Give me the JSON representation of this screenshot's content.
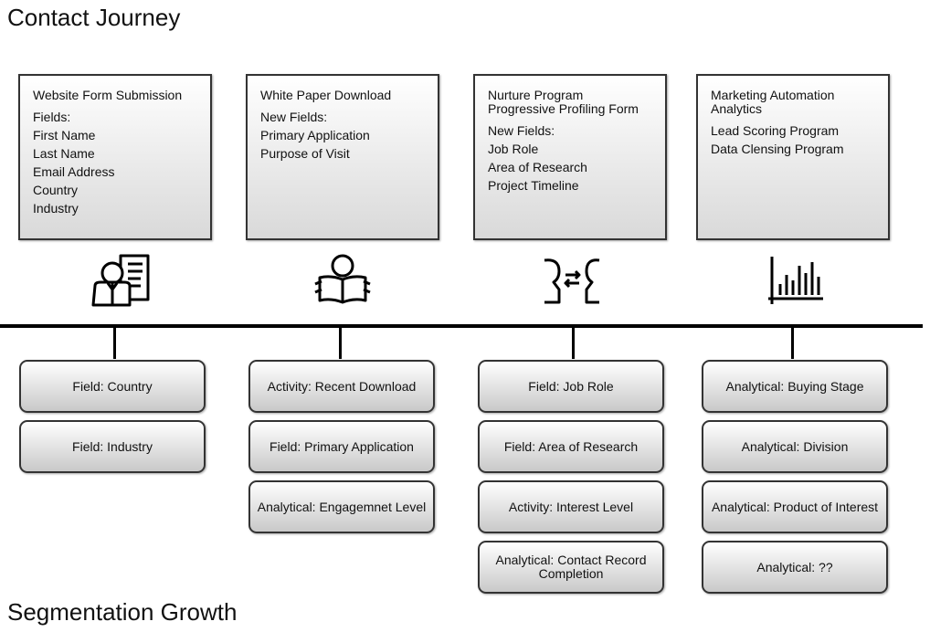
{
  "headings": {
    "top": "Contact Journey",
    "bottom": "Segmentation Growth"
  },
  "stages": [
    {
      "title": "Website Form Submission",
      "lines": [
        "Fields:",
        "First Name",
        "Last Name",
        "Email Address",
        "Country",
        "Industry"
      ],
      "icon": "person-with-document-icon",
      "segments": [
        "Field: Country",
        "Field: Industry"
      ]
    },
    {
      "title": "White Paper Download",
      "lines": [
        "New Fields:",
        "Primary Application",
        "Purpose of Visit"
      ],
      "icon": "person-reading-icon",
      "segments": [
        "Activity: Recent Download",
        "Field: Primary Application",
        "Analytical: Engagemnet Level"
      ]
    },
    {
      "title": "Nurture Program\nProgressive Profiling Form",
      "lines": [
        "New Fields:",
        "Job Role",
        "Area of Research",
        "Project Timeline"
      ],
      "icon": "two-people-exchange-icon",
      "segments": [
        "Field: Job Role",
        "Field: Area of Research",
        "Activity: Interest Level",
        "Analytical: Contact Record Completion"
      ]
    },
    {
      "title": "Marketing Automation\nAnalytics",
      "lines": [
        "Lead Scoring Program",
        "Data Clensing Program"
      ],
      "icon": "bar-chart-icon",
      "segments": [
        "Analytical: Buying Stage",
        "Analytical: Division",
        "Analytical: Product of Interest",
        "Analytical: ??"
      ]
    }
  ]
}
